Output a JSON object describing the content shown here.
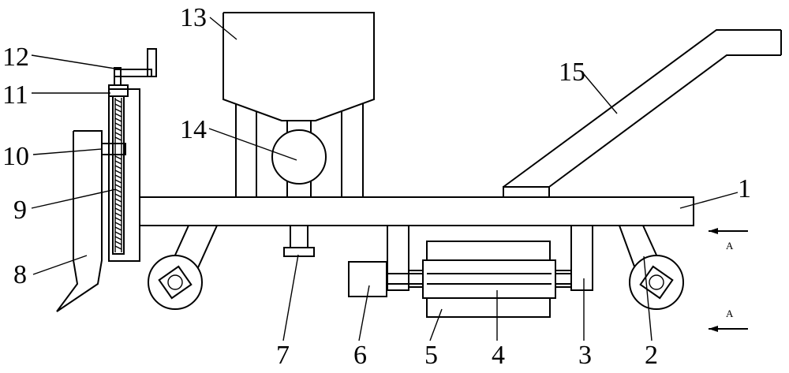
{
  "labels": {
    "n1": "1",
    "n2": "2",
    "n3": "3",
    "n4": "4",
    "n5": "5",
    "n6": "6",
    "n7": "7",
    "n8": "8",
    "n9": "9",
    "n10": "10",
    "n11": "11",
    "n12": "12",
    "n13": "13",
    "n14": "14",
    "n15": "15"
  },
  "section_marks": {
    "upper": "A",
    "lower": "A"
  },
  "colors": {
    "line": "#000000",
    "background": "#ffffff"
  }
}
